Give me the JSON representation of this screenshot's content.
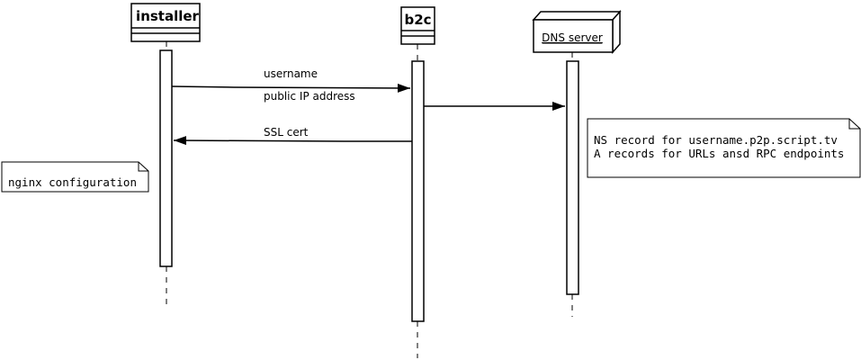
{
  "participants": {
    "installer": {
      "label": "installer"
    },
    "b2c": {
      "label": "b2c"
    },
    "dns": {
      "label": "DNS server"
    }
  },
  "messages": {
    "m1_line1": "username",
    "m1_line2": "public IP address",
    "m3": "SSL cert"
  },
  "notes": {
    "dns_line1": "NS record for username.p2p.script.tv",
    "dns_line2": "A records for URLs ansd RPC endpoints",
    "installer": "nginx configuration"
  }
}
